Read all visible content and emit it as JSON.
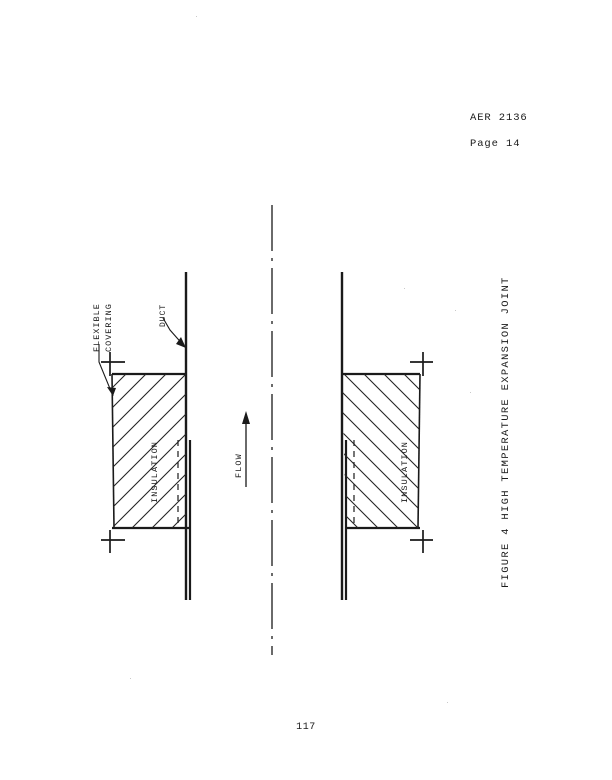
{
  "document": {
    "header_doc_number": "AER 2136",
    "header_page": "Page 14",
    "footer_page_number": "117"
  },
  "figure": {
    "caption": "FIGURE 4   HIGH TEMPERATURE EXPANSION JOINT",
    "labels": {
      "flexible": "FLEXIBLE",
      "covering": "COVERING",
      "duct": "DUCT",
      "insulation_left": "INSULATION",
      "insulation_right": "INSULATION",
      "flow": "FLOW"
    },
    "colors": {
      "ink": "#1a1a1a",
      "paper": "#ffffff",
      "hatch": "#222222"
    }
  }
}
